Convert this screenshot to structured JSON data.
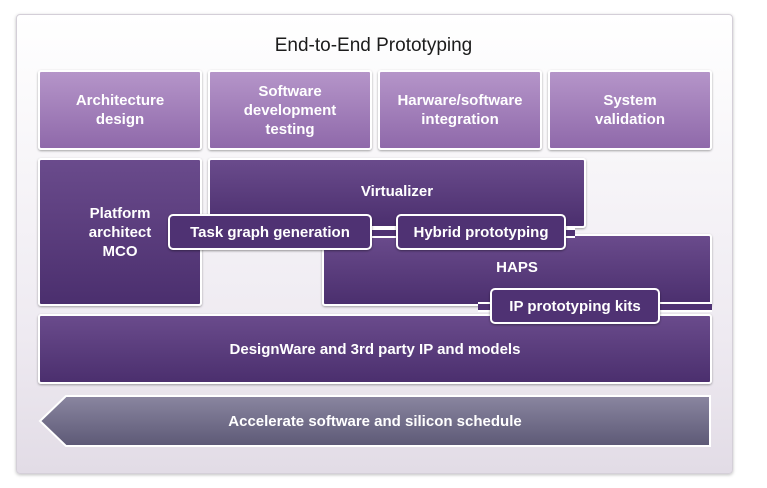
{
  "title": "End-to-End Prototyping",
  "top_row": [
    "Architecture design",
    "Software development testing",
    "Harware/software integration",
    "System validation"
  ],
  "platform_architect": "Platform architect MCO",
  "virtualizer": "Virtualizer",
  "haps": "HAPS",
  "task_graph": "Task graph generation",
  "hybrid_prototyping": "Hybrid prototyping",
  "ip_kits": "IP prototyping kits",
  "designware": "DesignWare and 3rd party IP and models",
  "accelerate": "Accelerate software and silicon schedule",
  "colors": {
    "light_box": "#9c79b6",
    "dark_box": "#533677",
    "arrow": "#6e6a85"
  }
}
